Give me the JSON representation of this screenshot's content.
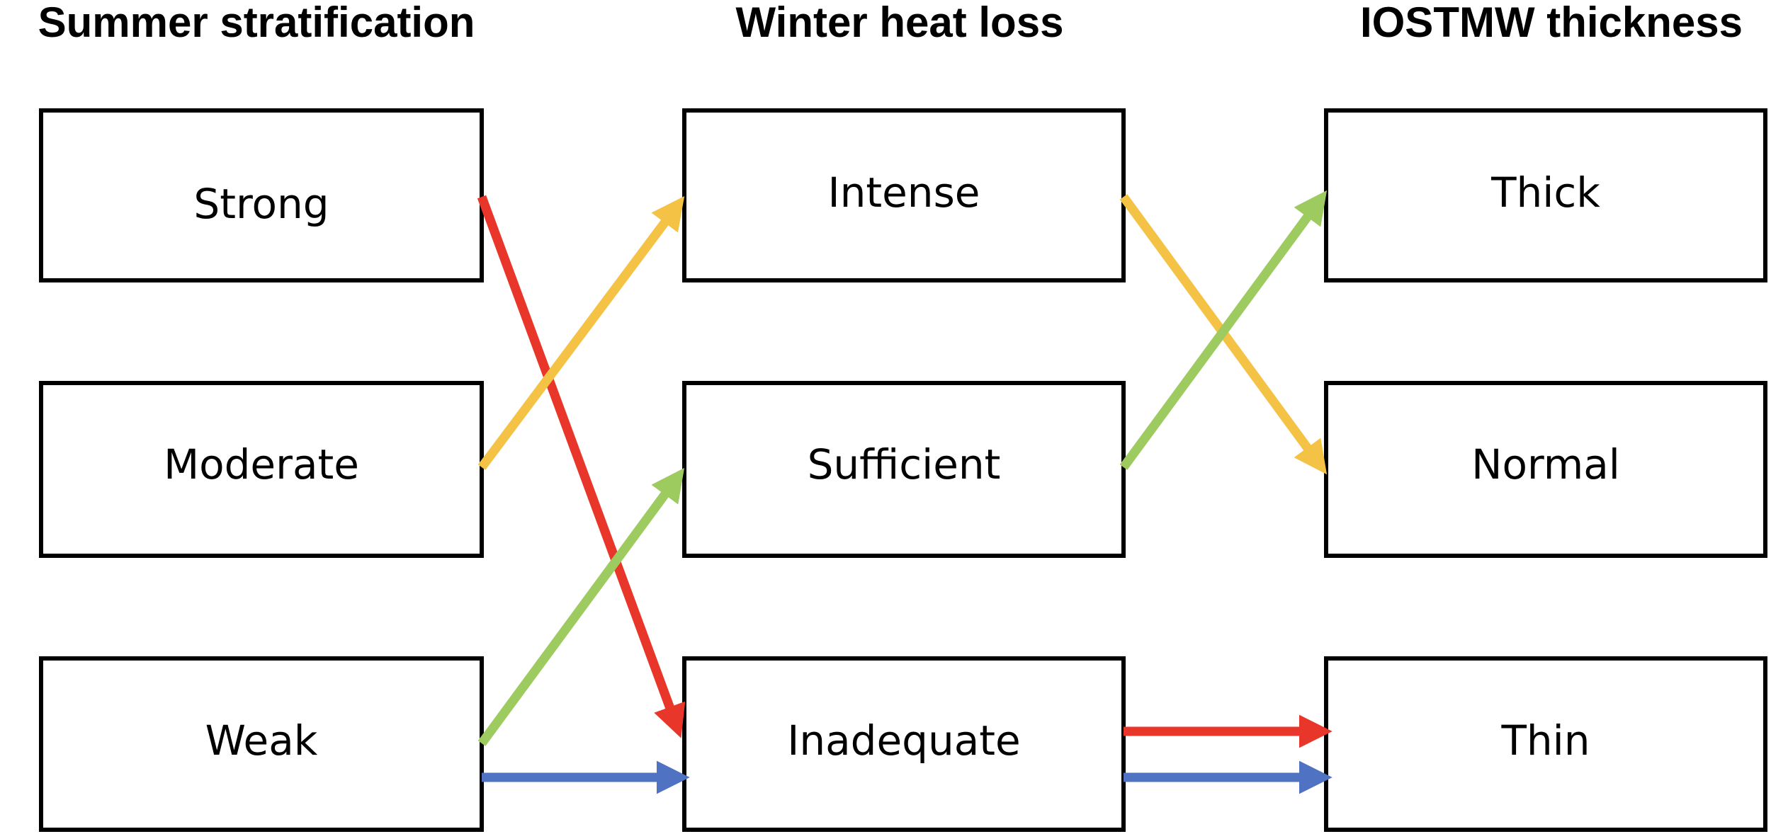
{
  "columns": [
    {
      "title": "Summer stratification",
      "boxes": [
        "Strong",
        "Moderate",
        "Weak"
      ]
    },
    {
      "title": "Winter heat loss",
      "boxes": [
        "Intense",
        "Sufficient",
        "Inadequate"
      ]
    },
    {
      "title": "IOSTMW thickness",
      "boxes": [
        "Thick",
        "Normal",
        "Thin"
      ]
    }
  ],
  "colors": {
    "red": "#e8372a",
    "yellow": "#f4c244",
    "green": "#9dcb5f",
    "blue": "#4f72c2"
  },
  "links": [
    {
      "from": "Strong",
      "to": "Inadequate",
      "color": "red"
    },
    {
      "from": "Moderate",
      "to": "Intense",
      "color": "yellow"
    },
    {
      "from": "Weak",
      "to": "Sufficient",
      "color": "green"
    },
    {
      "from": "Weak",
      "to": "Inadequate",
      "color": "blue"
    },
    {
      "from": "Intense",
      "to": "Normal",
      "color": "yellow"
    },
    {
      "from": "Sufficient",
      "to": "Thick",
      "color": "green"
    },
    {
      "from": "Inadequate",
      "to": "Thin",
      "color": "red"
    },
    {
      "from": "Inadequate",
      "to": "Thin",
      "color": "blue"
    }
  ]
}
